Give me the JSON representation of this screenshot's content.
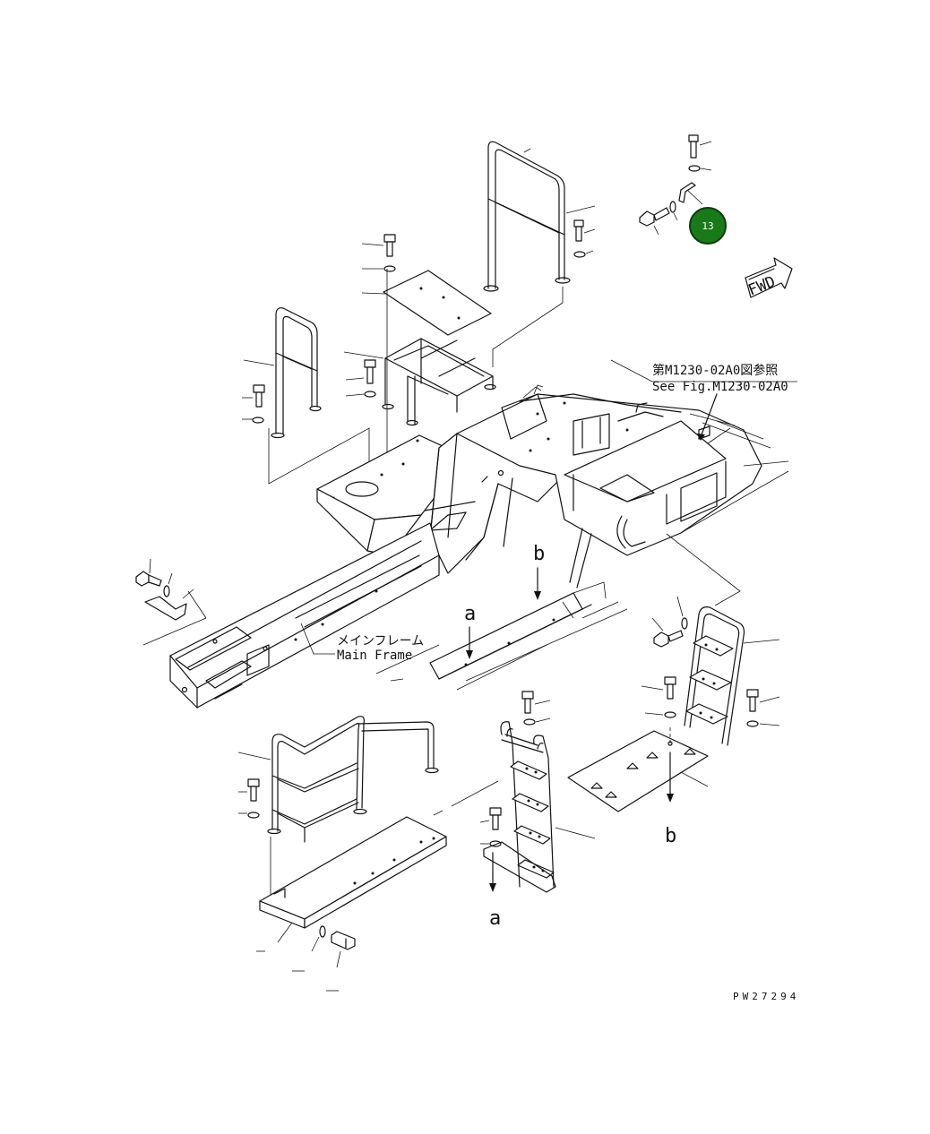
{
  "labels": {
    "fig_ref_jp": "第M1230-02A0図参照",
    "fig_ref_en": "See Fig.M1230-02A0",
    "main_frame_jp": "メインフレーム",
    "main_frame_en": "Main Frame",
    "fwd": "FWD",
    "ref_a_top": "a",
    "ref_b_top": "b",
    "ref_a_bottom": "a",
    "ref_b_bottom": "b",
    "drawing_no": "PW27294"
  },
  "callout": {
    "number": "13",
    "color": "#1a7a1a",
    "ring_color": "#0c3d0c"
  },
  "icons": [
    "fwd-arrow-icon",
    "bolt-icon",
    "washer-icon",
    "callout-marker-icon"
  ]
}
